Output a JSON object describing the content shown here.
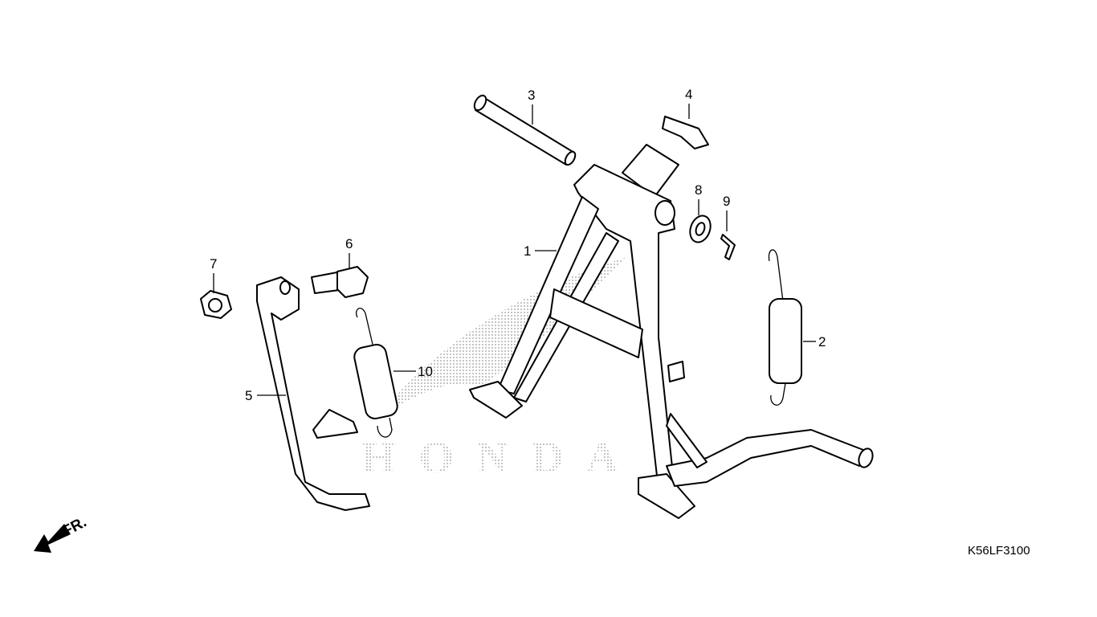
{
  "diagram": {
    "code": "K56LF3100",
    "direction_label": "FR.",
    "watermark": "HONDA",
    "callouts": [
      {
        "id": "1",
        "part": "main-stand"
      },
      {
        "id": "2",
        "part": "stand-spring"
      },
      {
        "id": "3",
        "part": "stand-pivot-pipe"
      },
      {
        "id": "4",
        "part": "stopper-rubber"
      },
      {
        "id": "5",
        "part": "side-stand"
      },
      {
        "id": "6",
        "part": "side-stand-bolt"
      },
      {
        "id": "7",
        "part": "nut"
      },
      {
        "id": "8",
        "part": "washer"
      },
      {
        "id": "9",
        "part": "cotter-pin"
      },
      {
        "id": "10",
        "part": "side-stand-spring"
      }
    ]
  }
}
